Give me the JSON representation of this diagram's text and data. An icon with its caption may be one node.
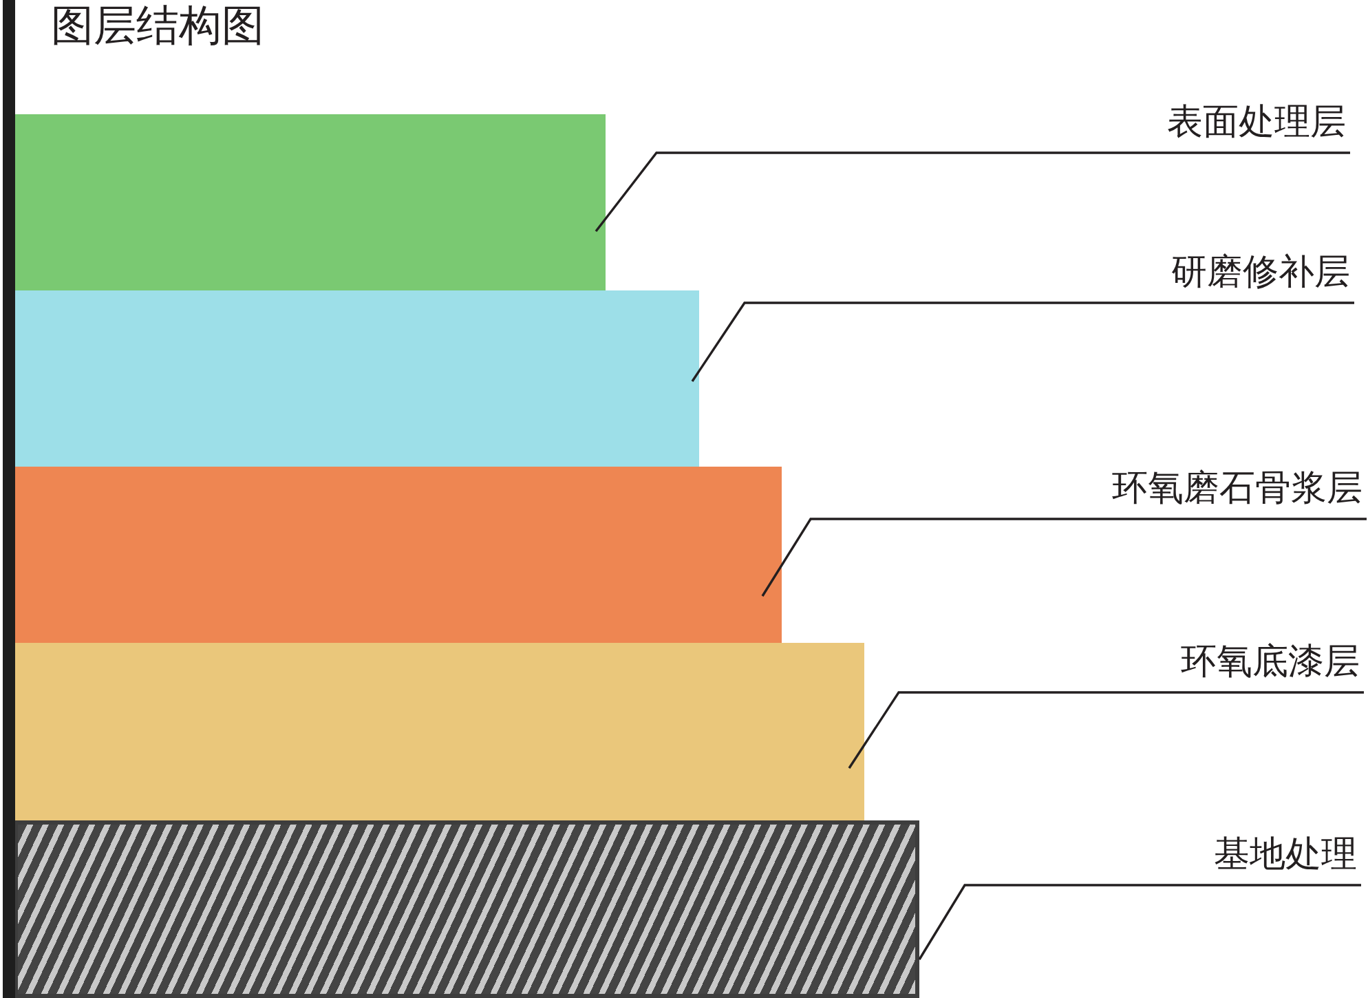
{
  "diagram": {
    "title": "图层结构图",
    "nodes": [
      {
        "text": [
          "表面处理层"
        ]
      },
      {
        "text": [
          "研磨修补层"
        ]
      },
      {
        "text": [
          "环氧磨石骨浆层"
        ]
      },
      {
        "text": [
          "环氧底漆层"
        ]
      },
      {
        "text": [
          "基地处理"
        ]
      },
      {
        "text": [],
        "shape": "box"
      },
      {
        "text": [],
        "shape": "box"
      },
      {
        "text": [],
        "shape": "box"
      },
      {
        "text": [],
        "shape": "box"
      },
      {
        "text": [],
        "shape": "box"
      }
    ],
    "edges": [
      {
        "from": 0,
        "to": 5,
        "arrow": "none"
      },
      {
        "from": 1,
        "to": 6,
        "arrow": "none"
      },
      {
        "from": 2,
        "to": 7,
        "arrow": "none"
      },
      {
        "from": 3,
        "to": 8,
        "arrow": "none"
      },
      {
        "from": 4,
        "to": 9,
        "arrow": "none"
      }
    ]
  }
}
